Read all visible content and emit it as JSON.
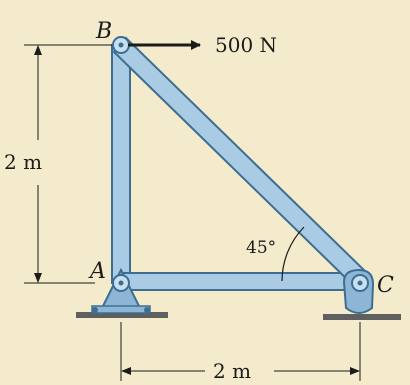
{
  "points": {
    "a": "A",
    "b": "B",
    "c": "C"
  },
  "load": {
    "label": "500 N"
  },
  "dimensions": {
    "vertical": "2 m",
    "horizontal": "2 m"
  },
  "angle": {
    "label": "45°"
  },
  "colors": {
    "background": "#f3ebcb",
    "member_fill": "#a9cbe4",
    "member_stroke": "#3d6e91",
    "support_fill": "#8db6d6",
    "ground": "#5f5f5f",
    "ink": "#1b1b1b"
  }
}
